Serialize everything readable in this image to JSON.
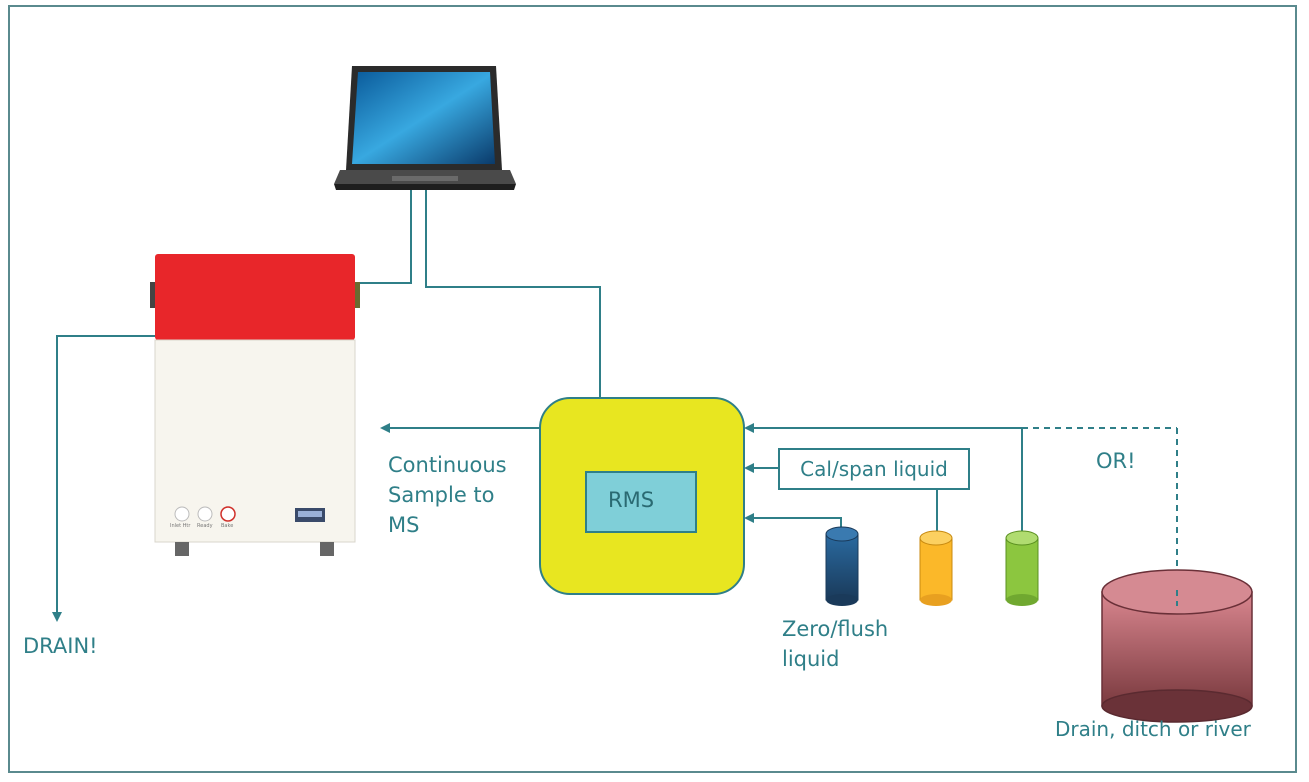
{
  "labels": {
    "continuous_line1": "Continuous",
    "continuous_line2": "Sample to",
    "continuous_line3": "MS",
    "drain": "DRAIN!",
    "rms": "RMS",
    "cal_span": "Cal/span liquid",
    "or": "OR!",
    "zero_line1": "Zero/flush",
    "zero_line2": "liquid",
    "drain_ditch": "Drain, ditch or river"
  },
  "instrument_panel": {
    "knob1": "Inlet Htr",
    "knob2": "Ready",
    "knob3": "Bake"
  },
  "colors": {
    "line": "#2f7f88",
    "frame": "#5a8a8e",
    "instrument_top": "#e8262a",
    "instrument_body": "#f7f5ee",
    "rms_unit": "#e8e620",
    "rms_inner": "#7fcfd8",
    "zero_bottle": "#1f5f8f",
    "cal_bottle": "#fbb829",
    "third_bottle": "#8cc63f",
    "drain_tank": "#b0606a"
  }
}
